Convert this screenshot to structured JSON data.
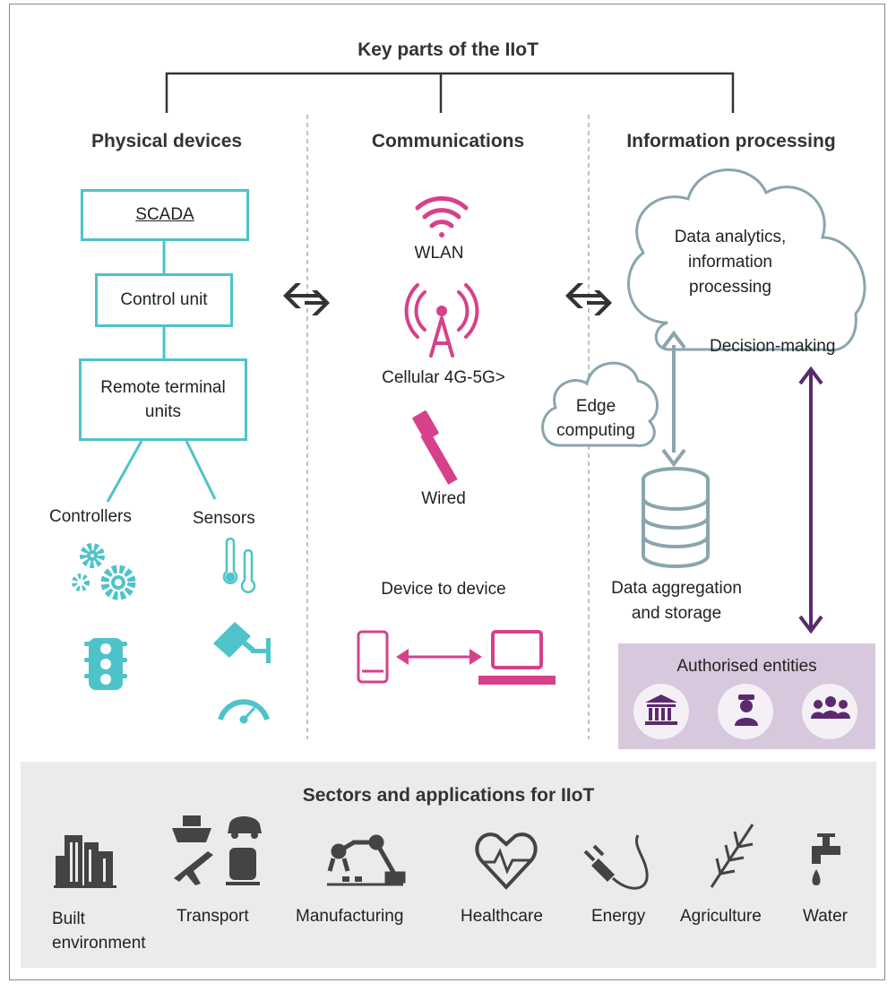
{
  "title": "Key parts of the IIoT",
  "columns": {
    "physical": {
      "heading": "Physical devices",
      "scada": "SCADA",
      "control_unit": "Control unit",
      "rtu_line1": "Remote terminal",
      "rtu_line2": "units",
      "controllers": "Controllers",
      "sensors": "Sensors"
    },
    "communications": {
      "heading": "Communications",
      "wlan": "WLAN",
      "cellular": "Cellular 4G-5G>",
      "wired": "Wired",
      "d2d": "Device to device"
    },
    "processing": {
      "heading": "Information processing",
      "cloud_line1": "Data analytics,",
      "cloud_line2": "information",
      "cloud_line3": "processing",
      "decision": "Decision-making",
      "edge_line1": "Edge",
      "edge_line2": "computing",
      "storage_line1": "Data aggregation",
      "storage_line2": "and storage",
      "authorised": "Authorised entities"
    }
  },
  "sectors": {
    "heading": "Sectors and applications for IIoT",
    "items": [
      {
        "line1": "Built",
        "line2": "environment",
        "icon": "buildings-icon"
      },
      {
        "line1": "Transport",
        "line2": "",
        "icon": "transport-icon"
      },
      {
        "line1": "Manufacturing",
        "line2": "",
        "icon": "robot-arm-icon"
      },
      {
        "line1": "Healthcare",
        "line2": "",
        "icon": "heart-icon"
      },
      {
        "line1": "Energy",
        "line2": "",
        "icon": "plug-icon"
      },
      {
        "line1": "Agriculture",
        "line2": "",
        "icon": "wheat-icon"
      },
      {
        "line1": "Water",
        "line2": "",
        "icon": "tap-icon"
      }
    ]
  },
  "colors": {
    "teal": "#4ec3c9",
    "magenta": "#d6418b",
    "purple": "#5b2a6e",
    "cloud_grey": "#8aa5ad",
    "dark_grey": "#3a3a3a"
  }
}
